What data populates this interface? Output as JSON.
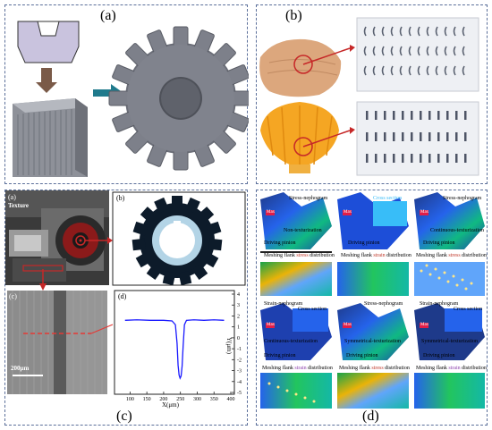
{
  "labels": {
    "a": "(a)",
    "b": "(b)",
    "c": "(c)",
    "d": "(d)",
    "c_sub_a": "(a)",
    "c_sub_b": "(b)",
    "c_sub_c": "(c)",
    "c_sub_d": "(d)"
  },
  "photo": {
    "texture_label": "Texture",
    "scale_bar": "200μm"
  },
  "profile_chart": {
    "xlabel": "X(μm)",
    "ylabel": "Y(μm)"
  },
  "chart_data": {
    "type": "line",
    "title": "",
    "xlabel": "X(μm)",
    "ylabel": "Y(μm)",
    "xlim": [
      75,
      400
    ],
    "ylim": [
      -5,
      4
    ],
    "xticks": [
      100,
      150,
      200,
      250,
      300,
      350,
      400
    ],
    "yticks": [
      4,
      3,
      2,
      1,
      0,
      -1,
      -2,
      -3,
      -4,
      -5
    ],
    "series": [
      {
        "x": [
          85,
          120,
          160,
          200,
          225,
          235,
          240,
          243,
          246,
          249,
          252,
          255,
          258,
          262,
          268,
          290,
          320,
          350,
          380
        ],
        "y": [
          1.6,
          1.65,
          1.6,
          1.6,
          1.55,
          1.2,
          -0.5,
          -2.5,
          -3.4,
          -3.7,
          -3.5,
          -2.6,
          -0.8,
          1.2,
          1.6,
          1.65,
          1.6,
          1.65,
          1.6
        ]
      }
    ]
  },
  "sim": {
    "p1": {
      "title": "Stress-nephogram",
      "label": "Non-texturization",
      "pinion": "Driving pinion",
      "max": "Max",
      "caption_pre": "Meshing flank ",
      "caption_hl": "stress",
      "caption_post": " distribution",
      "hl_color": "#c0392b"
    },
    "p2": {
      "title": "Cross section",
      "pinion": "Driving pinion",
      "max": "Max",
      "caption_pre": "Meshing flank ",
      "caption_hl": "strain",
      "caption_post": " distribution",
      "hl_color": "#c0392b"
    },
    "p3": {
      "title": "Stress-nephogram",
      "label": "Continuous-texturization",
      "pinion": "Driving pinion",
      "max": "Max",
      "caption_pre": "Meshing flank ",
      "caption_hl": "stress",
      "caption_post": " distribution",
      "hl_color": "#c0392b"
    },
    "p4": {
      "title": "Strain-nephogram",
      "title2": "Cross section",
      "label": "Continuous-texturization",
      "pinion": "Driving pinion",
      "max": "Max",
      "caption_pre": "Meshing flank ",
      "caption_hl": "strain",
      "caption_post": " distribution",
      "hl_color": "#8e44ad"
    },
    "p5": {
      "title": "Stress-nephogram",
      "label": "Symmetrical-texturization",
      "pinion": "Driving pinion",
      "max": "Max",
      "caption_pre": "Meshing flank ",
      "caption_hl": "stress",
      "caption_post": " distribution",
      "hl_color": "#c0392b"
    },
    "p6": {
      "title": "Strain-nephogram",
      "title2": "Cross section",
      "label": "Symmetrical-texturization",
      "pinion": "Driving pinion",
      "max": "Max",
      "caption_pre": "Meshing flank ",
      "caption_hl": "strain",
      "caption_post": " distribution",
      "hl_color": "#8e44ad"
    }
  },
  "colors": {
    "panel_border": "#5b6f9a",
    "arrow_brown": "#7a5a48",
    "arrow_teal": "#1f7a8c",
    "shell_red": "#c62828",
    "profile_line": "#1a1aff"
  }
}
